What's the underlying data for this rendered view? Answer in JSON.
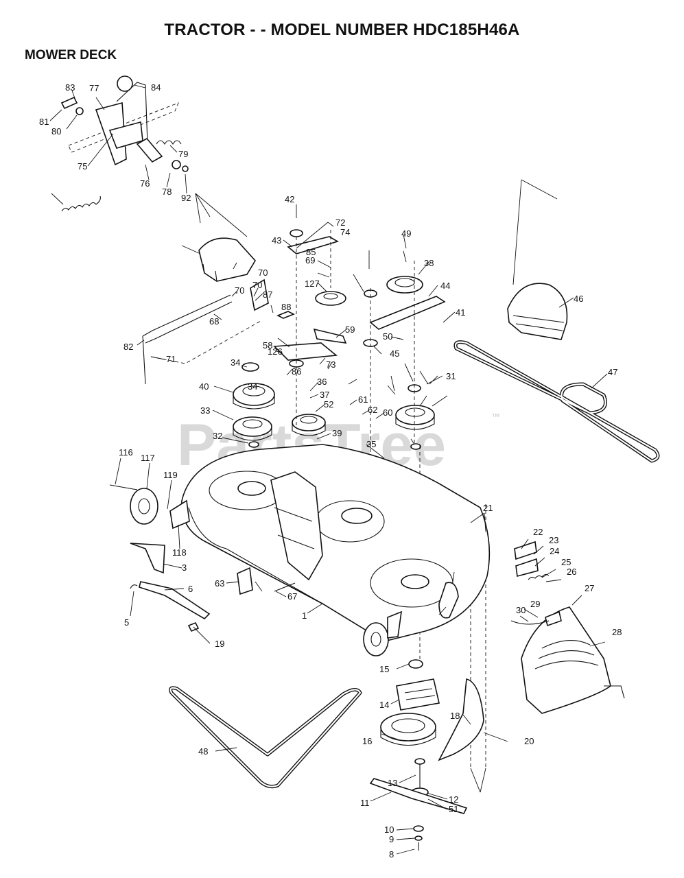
{
  "header": {
    "title": "TRACTOR - - MODEL NUMBER HDC185H46A",
    "section": "MOWER DECK"
  },
  "watermark": {
    "text": "PartsTree",
    "trademark": "™"
  },
  "callouts": [
    "1",
    "3",
    "5",
    "6",
    "8",
    "9",
    "10",
    "11",
    "12",
    "13",
    "14",
    "15",
    "16",
    "18",
    "19",
    "20",
    "21",
    "22",
    "23",
    "24",
    "25",
    "26",
    "27",
    "28",
    "29",
    "30",
    "31",
    "32",
    "33",
    "34",
    "35",
    "36",
    "37",
    "38",
    "39",
    "40",
    "41",
    "42",
    "43",
    "44",
    "45",
    "46",
    "47",
    "48",
    "49",
    "50",
    "51",
    "52",
    "58",
    "59",
    "60",
    "61",
    "62",
    "63",
    "67",
    "68",
    "69",
    "70",
    "71",
    "72",
    "73",
    "74",
    "75",
    "76",
    "77",
    "78",
    "79",
    "80",
    "81",
    "82",
    "83",
    "84",
    "85",
    "86",
    "87",
    "88",
    "92",
    "116",
    "117",
    "118",
    "119",
    "126",
    "127"
  ]
}
